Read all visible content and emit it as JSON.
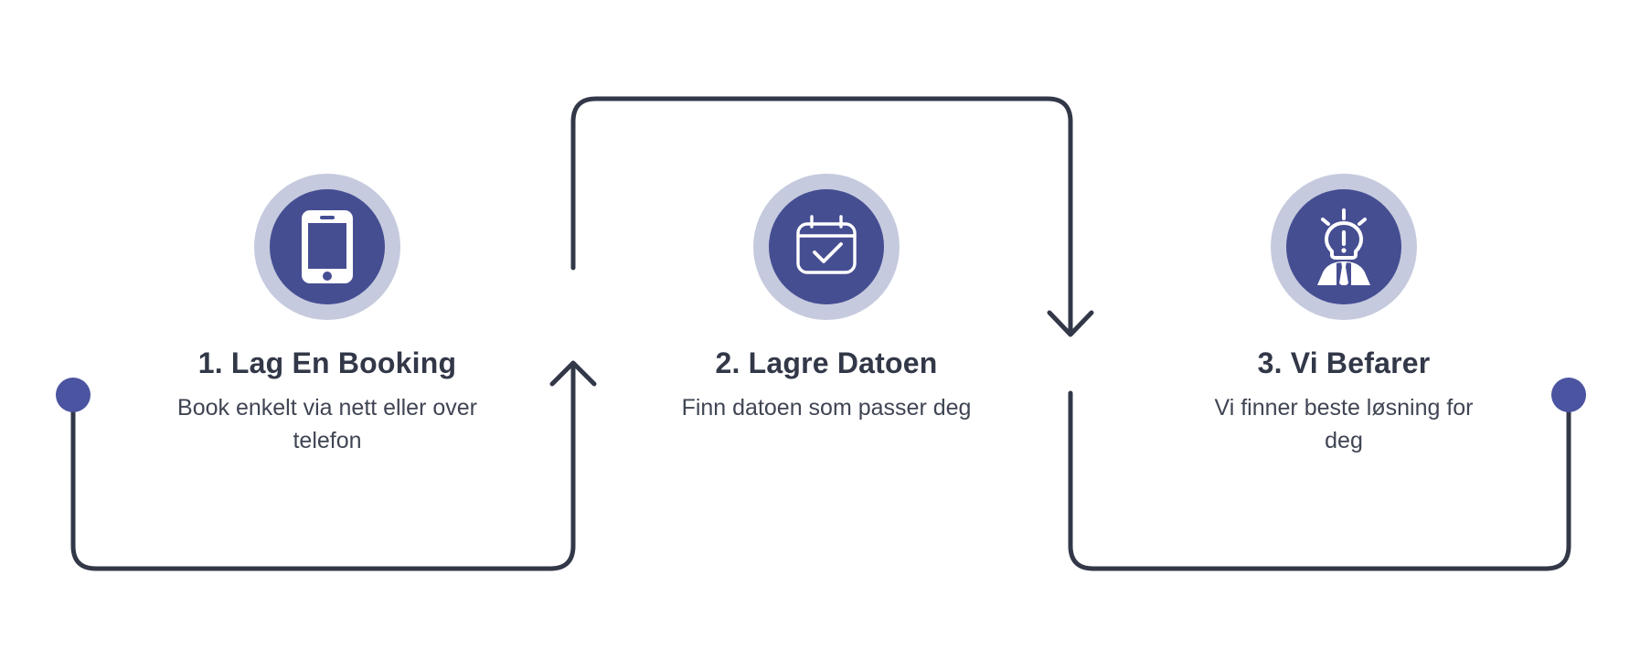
{
  "theme": {
    "background": "#ffffff",
    "accent_dark_blue": "#464e92",
    "accent_light_ring": "#c5cade",
    "line_color": "#323848",
    "title_color": "#323848",
    "desc_color": "#3f4553"
  },
  "steps": [
    {
      "icon": "smartphone-icon",
      "title": "1. Lag En Booking",
      "description": "Book enkelt via nett eller over telefon",
      "description_lines": [
        "Book enkelt via nett",
        "eller over telefon"
      ]
    },
    {
      "icon": "calendar-check-icon",
      "title": "2. Lagre Datoen",
      "description": "Finn datoen som passer deg",
      "description_lines": [
        "Finn datoen som passer",
        "deg"
      ]
    },
    {
      "icon": "person-idea-bulb-icon",
      "title": "3. Vi Befarer",
      "description": "Vi finner beste løsning for deg",
      "description_lines": [
        "Vi finner beste løsning",
        "for deg"
      ]
    }
  ],
  "connectors": {
    "left_endpoint_dot": "start-marker-dot",
    "right_endpoint_dot": "end-marker-dot",
    "arrow_up": "arrow-up-to-step-2",
    "arrow_down": "arrow-down-to-step-3"
  }
}
